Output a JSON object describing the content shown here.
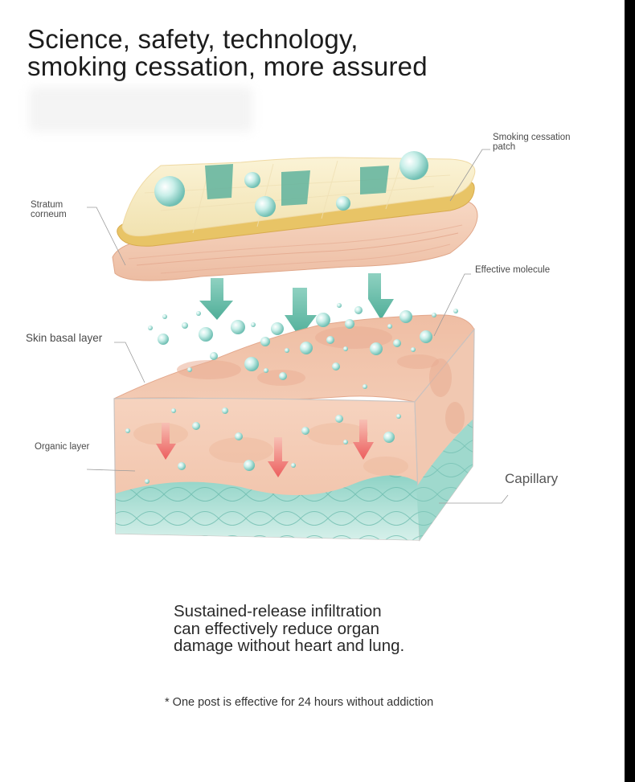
{
  "headline": {
    "line1": "Science, safety, technology,",
    "line2": "smoking cessation, more assured"
  },
  "callouts": {
    "patch": {
      "line1": "Smoking cessation",
      "line2": "patch"
    },
    "stratum": {
      "line1": "Stratum",
      "line2": "corneum"
    },
    "molecule": "Effective molecule",
    "basal": "Skin basal layer",
    "organic": "Organic layer",
    "capillary": "Capillary"
  },
  "body": {
    "line1": "Sustained-release infiltration",
    "line2": "can effectively reduce organ",
    "line3": "damage without heart and lung."
  },
  "footnote": "* One post is effective for 24 hours without addiction",
  "colors": {
    "patch_cream": "#f6ecc6",
    "patch_edge": "#e8c877",
    "skin_peach": "#f2c6ae",
    "skin_dark": "#e8a98f",
    "capillary_teal": "#8fd0c4",
    "arrow_green": "#6fbfae",
    "arrow_red": "#ee6a6a",
    "molecule": "#9edbd2"
  }
}
